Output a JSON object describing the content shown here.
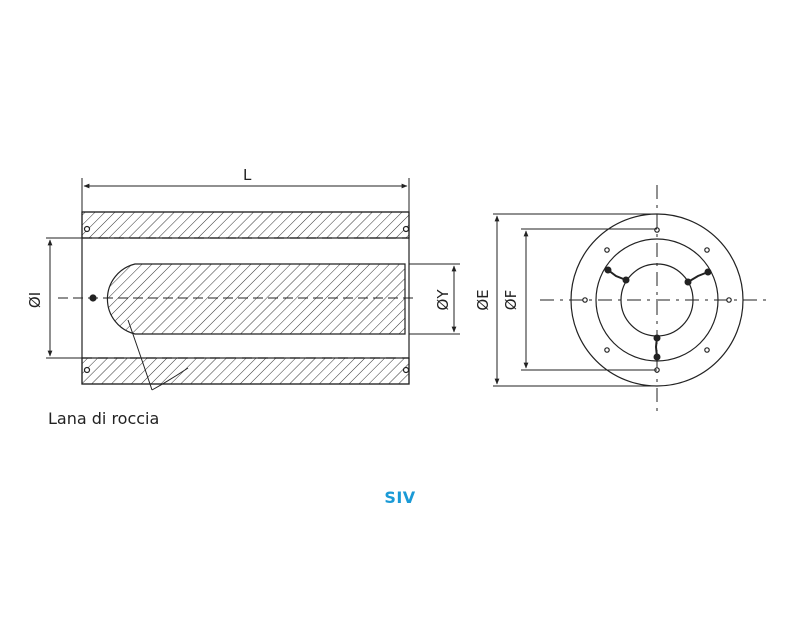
{
  "drawing": {
    "dimensions": {
      "length": "L",
      "inner_diameter": "ØI",
      "core_diameter": "ØY",
      "outer_diameter": "ØE",
      "flange_diameter": "ØF"
    },
    "material_label": "Lana di roccia"
  },
  "model_code": "SIV",
  "colors": {
    "line": "#222222",
    "accent": "#1a9ad6"
  }
}
